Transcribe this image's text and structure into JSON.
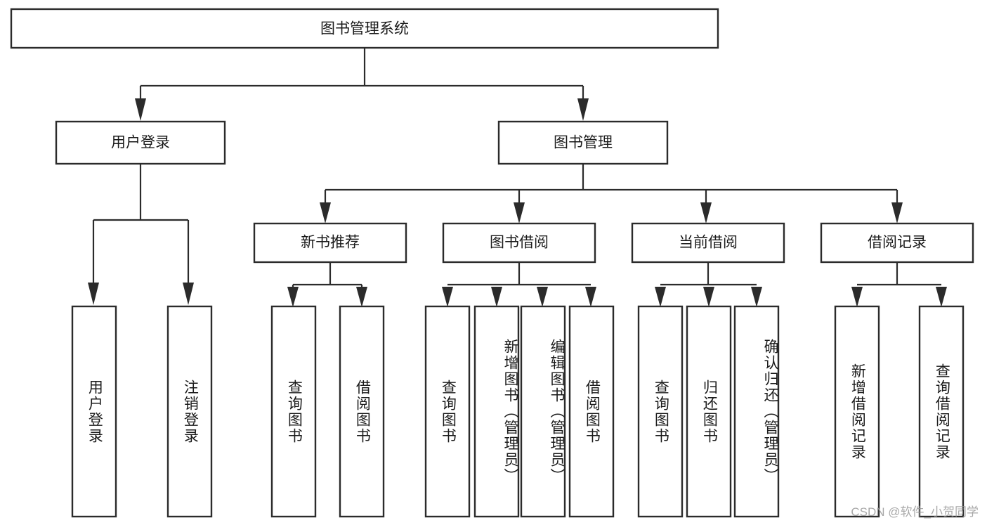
{
  "diagram": {
    "title": "图书管理系统",
    "watermark": "CSDN @软件_小贺同学",
    "type": "tree",
    "orientation": "top-down",
    "root": {
      "id": "root",
      "label": "图书管理系统",
      "text_direction": "horizontal"
    },
    "level1": [
      {
        "id": "user-login",
        "label": "用户登录",
        "text_direction": "horizontal"
      },
      {
        "id": "book-manage",
        "label": "图书管理",
        "text_direction": "horizontal"
      }
    ],
    "level2": [
      {
        "id": "new-book-recommend",
        "label": "新书推荐",
        "parent": "book-manage",
        "text_direction": "horizontal"
      },
      {
        "id": "book-borrow",
        "label": "图书借阅",
        "parent": "book-manage",
        "text_direction": "horizontal"
      },
      {
        "id": "current-borrow",
        "label": "当前借阅",
        "parent": "book-manage",
        "text_direction": "horizontal"
      },
      {
        "id": "borrow-record",
        "label": "借阅记录",
        "parent": "book-manage",
        "text_direction": "horizontal"
      }
    ],
    "leaves": [
      {
        "id": "leaf-user-login",
        "label": "用户登录",
        "parent": "user-login",
        "text_direction": "vertical"
      },
      {
        "id": "leaf-user-logout",
        "label": "注销登录",
        "parent": "user-login",
        "text_direction": "vertical"
      },
      {
        "id": "leaf-query-book-1",
        "label": "查询图书",
        "parent": "new-book-recommend",
        "text_direction": "vertical"
      },
      {
        "id": "leaf-borrow-book-1",
        "label": "借阅图书",
        "parent": "new-book-recommend",
        "text_direction": "vertical"
      },
      {
        "id": "leaf-query-book-2",
        "label": "查询图书",
        "parent": "book-borrow",
        "text_direction": "vertical"
      },
      {
        "id": "leaf-add-book",
        "label": "新增图书（管理员）",
        "parent": "book-borrow",
        "text_direction": "vertical"
      },
      {
        "id": "leaf-edit-book",
        "label": "编辑图书（管理员）",
        "parent": "book-borrow",
        "text_direction": "vertical"
      },
      {
        "id": "leaf-borrow-book-2",
        "label": "借阅图书",
        "parent": "book-borrow",
        "text_direction": "vertical"
      },
      {
        "id": "leaf-query-book-3",
        "label": "查询图书",
        "parent": "current-borrow",
        "text_direction": "vertical"
      },
      {
        "id": "leaf-return-book",
        "label": "归还图书",
        "parent": "current-borrow",
        "text_direction": "vertical"
      },
      {
        "id": "leaf-confirm-return",
        "label": "确认归还（管理员）",
        "parent": "current-borrow",
        "text_direction": "vertical"
      },
      {
        "id": "leaf-add-record",
        "label": "新增借阅记录",
        "parent": "borrow-record",
        "text_direction": "vertical"
      },
      {
        "id": "leaf-query-record",
        "label": "查询借阅记录",
        "parent": "borrow-record",
        "text_direction": "vertical"
      }
    ],
    "colors": {
      "box_stroke": "#2b2b2b",
      "box_fill": "#ffffff",
      "connector": "#2b2b2b",
      "text": "#1a1a1a",
      "watermark": "#9a9a9a",
      "background": "#ffffff"
    }
  }
}
